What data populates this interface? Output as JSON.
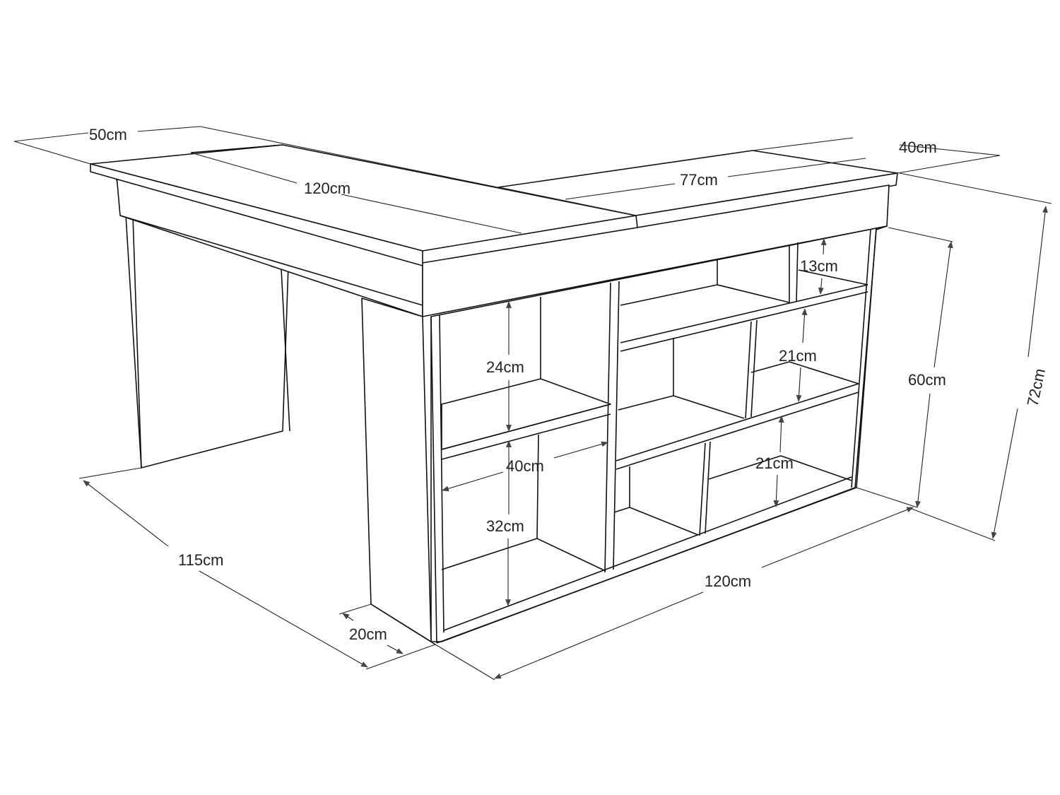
{
  "diagram": {
    "subject": "L-shaped desk with shelving unit",
    "line_color": "#111111",
    "arrow_color": "#444444",
    "background": "#ffffff"
  },
  "dimensions": {
    "top_left_depth": "50cm",
    "top_left_length": "120cm",
    "top_right_length": "77cm",
    "top_right_depth": "40cm",
    "total_height": "72cm",
    "shelf_unit_height": "60cm",
    "top_cubby_height": "13cm",
    "middle_cubby_height": "21cm",
    "lower_cubby_height": "21cm",
    "left_upper_cubby_height": "24cm",
    "left_lower_cubby_height": "32cm",
    "left_cubby_width": "40cm",
    "overall_depth": "115cm",
    "panel_depth": "20cm",
    "shelf_unit_length": "120cm"
  }
}
